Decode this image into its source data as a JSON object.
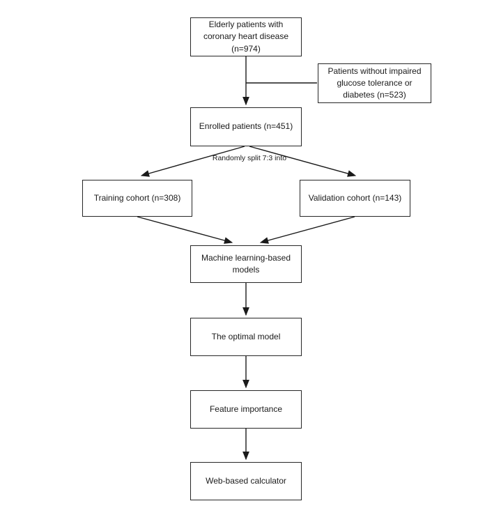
{
  "nodes": {
    "elderly": {
      "label": "Elderly patients with coronary heart disease (n=974)"
    },
    "excluded": {
      "label": "Patients without impaired glucose tolerance or diabetes (n=523)"
    },
    "enrolled": {
      "label": "Enrolled patients (n=451)"
    },
    "training": {
      "label": "Training cohort (n=308)"
    },
    "validation": {
      "label": "Validation cohort (n=143)"
    },
    "ml_models": {
      "label": "Machine learning-based models"
    },
    "optimal": {
      "label": "The optimal model"
    },
    "feature": {
      "label": "Feature importance"
    },
    "web": {
      "label": "Web-based calculator"
    }
  },
  "edge_labels": {
    "split": "Randomly split 7:3 into"
  },
  "edges": [
    {
      "from": "elderly",
      "to": "enrolled",
      "type": "arrow"
    },
    {
      "from": "elderly",
      "to": "excluded",
      "type": "plain-branch"
    },
    {
      "from": "enrolled",
      "to": "training",
      "type": "arrow",
      "label": "Randomly split 7:3 into"
    },
    {
      "from": "enrolled",
      "to": "validation",
      "type": "arrow",
      "label": "Randomly split 7:3 into"
    },
    {
      "from": "training",
      "to": "ml_models",
      "type": "arrow"
    },
    {
      "from": "validation",
      "to": "ml_models",
      "type": "arrow"
    },
    {
      "from": "ml_models",
      "to": "optimal",
      "type": "arrow"
    },
    {
      "from": "optimal",
      "to": "feature",
      "type": "arrow"
    },
    {
      "from": "feature",
      "to": "web",
      "type": "arrow"
    }
  ],
  "colors": {
    "background": "#ffffff",
    "box_border": "#262626",
    "box_fill": "#ffffff",
    "line": "#1a1a1a",
    "text": "#1a1a1a"
  }
}
